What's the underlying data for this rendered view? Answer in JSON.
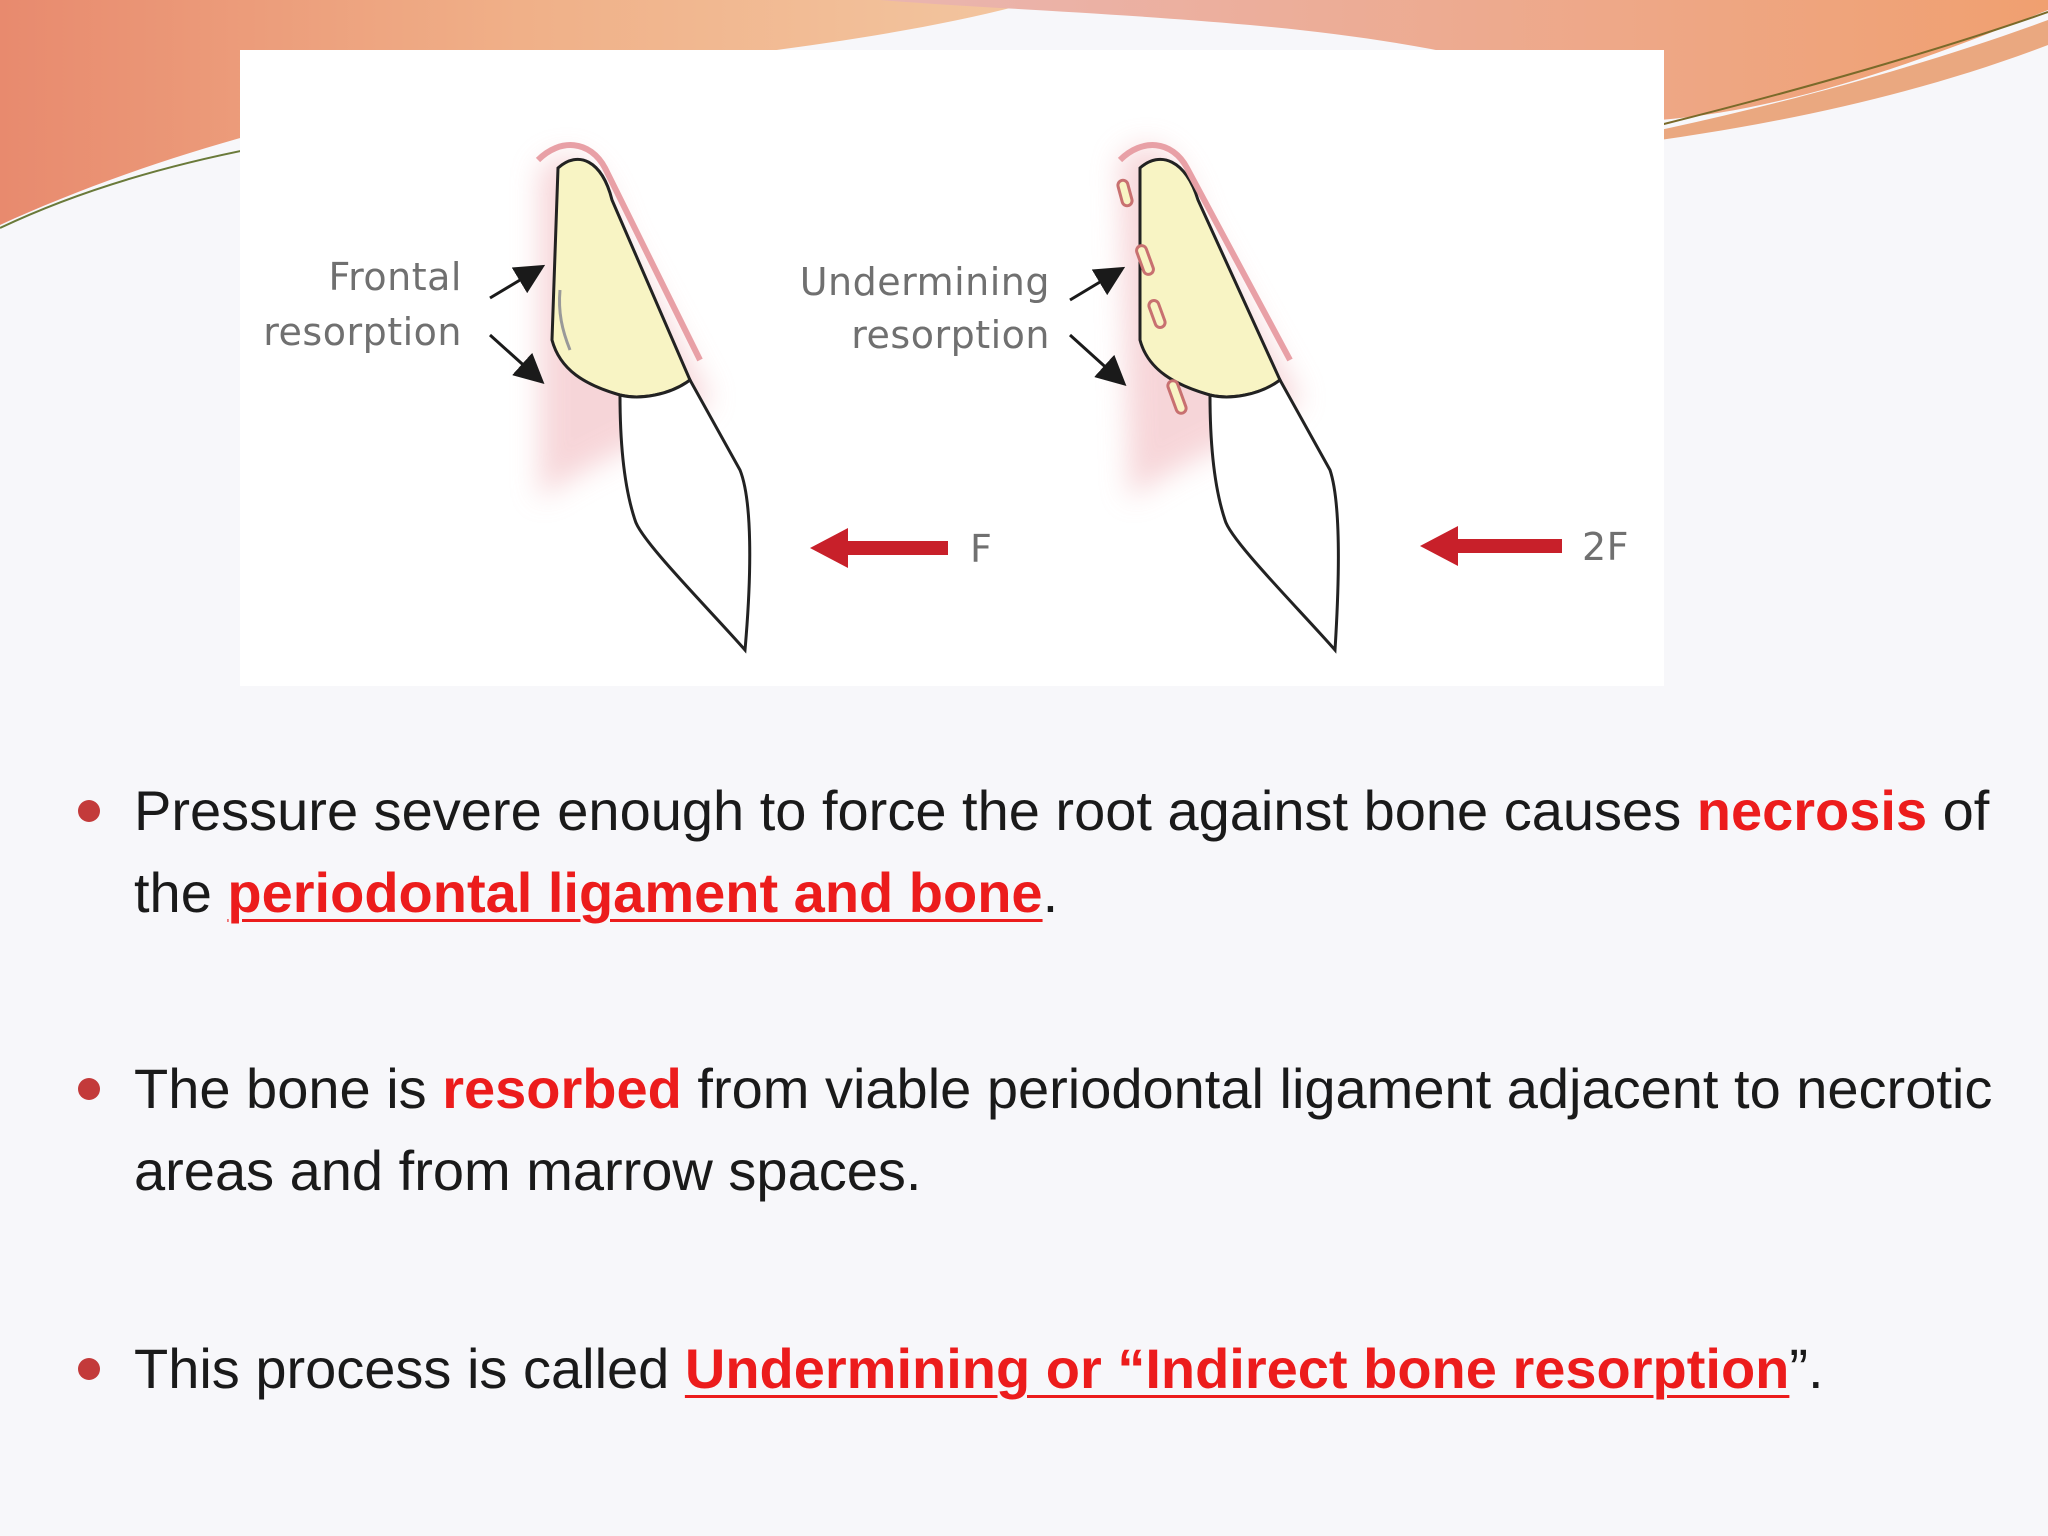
{
  "figure": {
    "left": {
      "label_line1": "Frontal",
      "label_line2": "resorption",
      "force_label": "F"
    },
    "right": {
      "label_line1": "Undermining",
      "label_line2": "resorption",
      "force_label": "2F"
    }
  },
  "bullets": [
    {
      "t1": "Pressure severe enough to force the root against bone causes ",
      "h1": "necrosis",
      "t2": " of the ",
      "h2": "periodontal ligament and bone",
      "t3": "."
    },
    {
      "t1": "The bone is ",
      "h1": "resorbed",
      "t2": " from viable periodontal ligament adjacent to necrotic areas and from marrow spaces."
    },
    {
      "t1": "This process is called ",
      "h1": "Undermining or “Indirect bone resorption",
      "t2": "”."
    }
  ],
  "colors": {
    "highlight": "#ec1c1c",
    "bullet": "#c33a3a",
    "arrow": "#c8202a",
    "crown": "#f8f4c4",
    "pdl_glow": "#f4c8cc"
  }
}
